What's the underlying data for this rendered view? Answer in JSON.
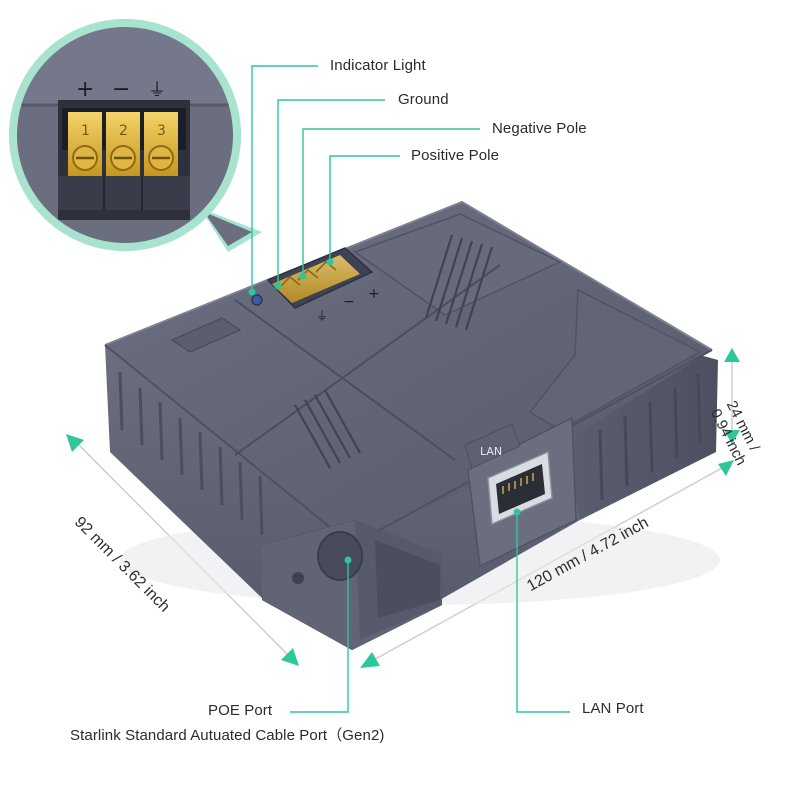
{
  "callouts": {
    "indicator_light": "Indicator Light",
    "ground": "Ground",
    "negative_pole": "Negative Pole",
    "positive_pole": "Positive Pole",
    "poe_port": "POE Port",
    "cable_port": "Starlink Standard Autuated Cable Port（Gen2)",
    "lan_port": "LAN Port"
  },
  "dimensions": {
    "depth": "92 mm / 3.62 inch",
    "width": "120 mm / 4.72 inch",
    "height_line1": "24 mm /",
    "height_line2": "0.94 inch"
  },
  "device": {
    "lan_label": "LAN",
    "terminal_symbols": {
      "plus": "+",
      "minus": "−",
      "ground": "⏚"
    },
    "zoom_digits": [
      "1",
      "2",
      "3"
    ]
  },
  "colors": {
    "accent_teal": "#2fc69b",
    "zoom_ring": "#a8e3cf",
    "device_body": "#686c7c",
    "device_top": "#5e6272",
    "terminal_gold": "#e2b53a",
    "dimension_line": "#d2d2d2"
  }
}
